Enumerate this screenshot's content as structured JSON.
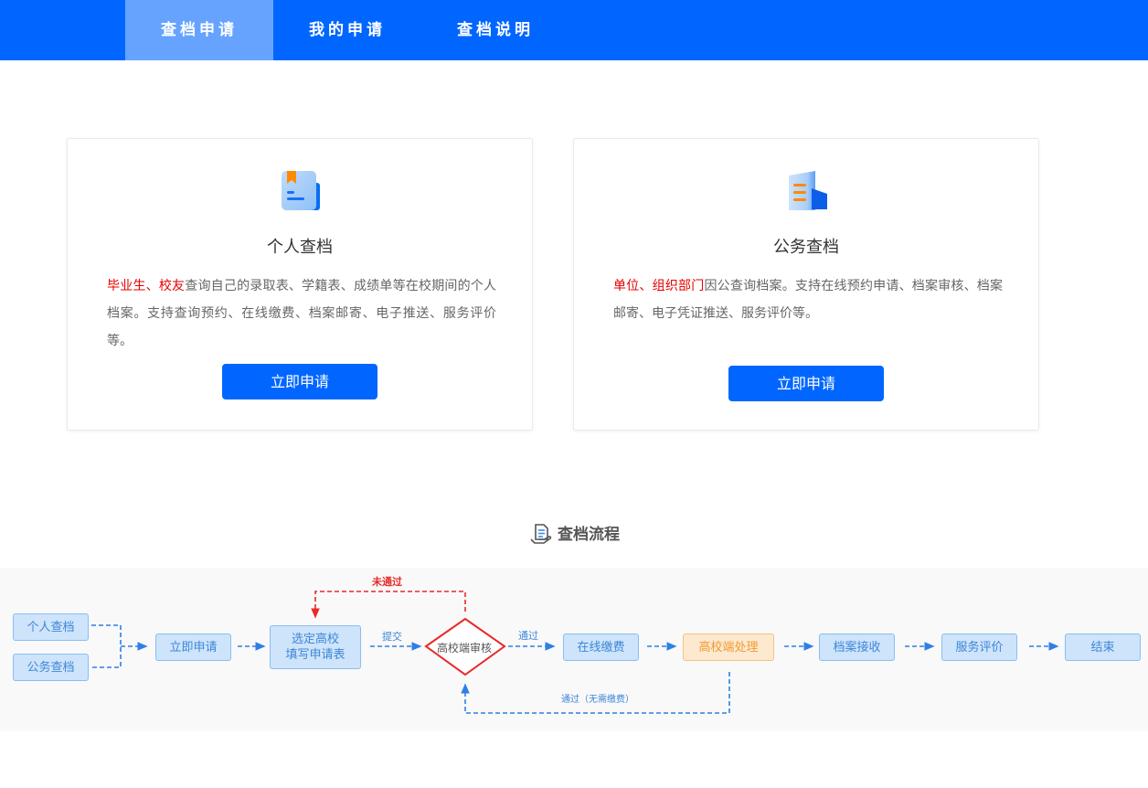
{
  "nav": {
    "tabs": [
      {
        "label": "查档申请",
        "active": true
      },
      {
        "label": "我的申请",
        "active": false
      },
      {
        "label": "查档说明",
        "active": false
      }
    ]
  },
  "cards": [
    {
      "icon": "personal-archive-icon",
      "title": "个人查档",
      "desc_highlight": [
        "毕业生",
        "、",
        "校友"
      ],
      "desc_rest": "查询自己的录取表、学籍表、成绩单等在校期间的个人档案。支持查询预约、在线缴费、档案邮寄、电子推送、服务评价等。",
      "button": "立即申请"
    },
    {
      "icon": "official-archive-icon",
      "title": "公务查档",
      "desc_highlight": [
        "单位",
        "、",
        "组织部门"
      ],
      "desc_rest": "因公查询档案。支持在线预约申请、档案审核、档案邮寄、电子凭证推送、服务评价等。",
      "button": "立即申请"
    }
  ],
  "process": {
    "title": "查档流程",
    "icon": "document-hand-icon",
    "nodes": {
      "personal": "个人查档",
      "official": "公务查档",
      "apply": "立即申请",
      "fill_line1": "选定高校",
      "fill_line2": "填写申请表",
      "review": "高校端审核",
      "pay": "在线缴费",
      "process": "高校端处理",
      "receive": "档案接收",
      "rate": "服务评价",
      "end": "结束"
    },
    "labels": {
      "submit": "提交",
      "pass": "通过",
      "reject": "未通过",
      "pass_no_fee": "通过（无需缴费）"
    },
    "colors": {
      "primary": "#0066ff",
      "node_fill": "#cde4fb",
      "reject": "#e82a2a",
      "process_fill": "#fde9cf"
    }
  }
}
